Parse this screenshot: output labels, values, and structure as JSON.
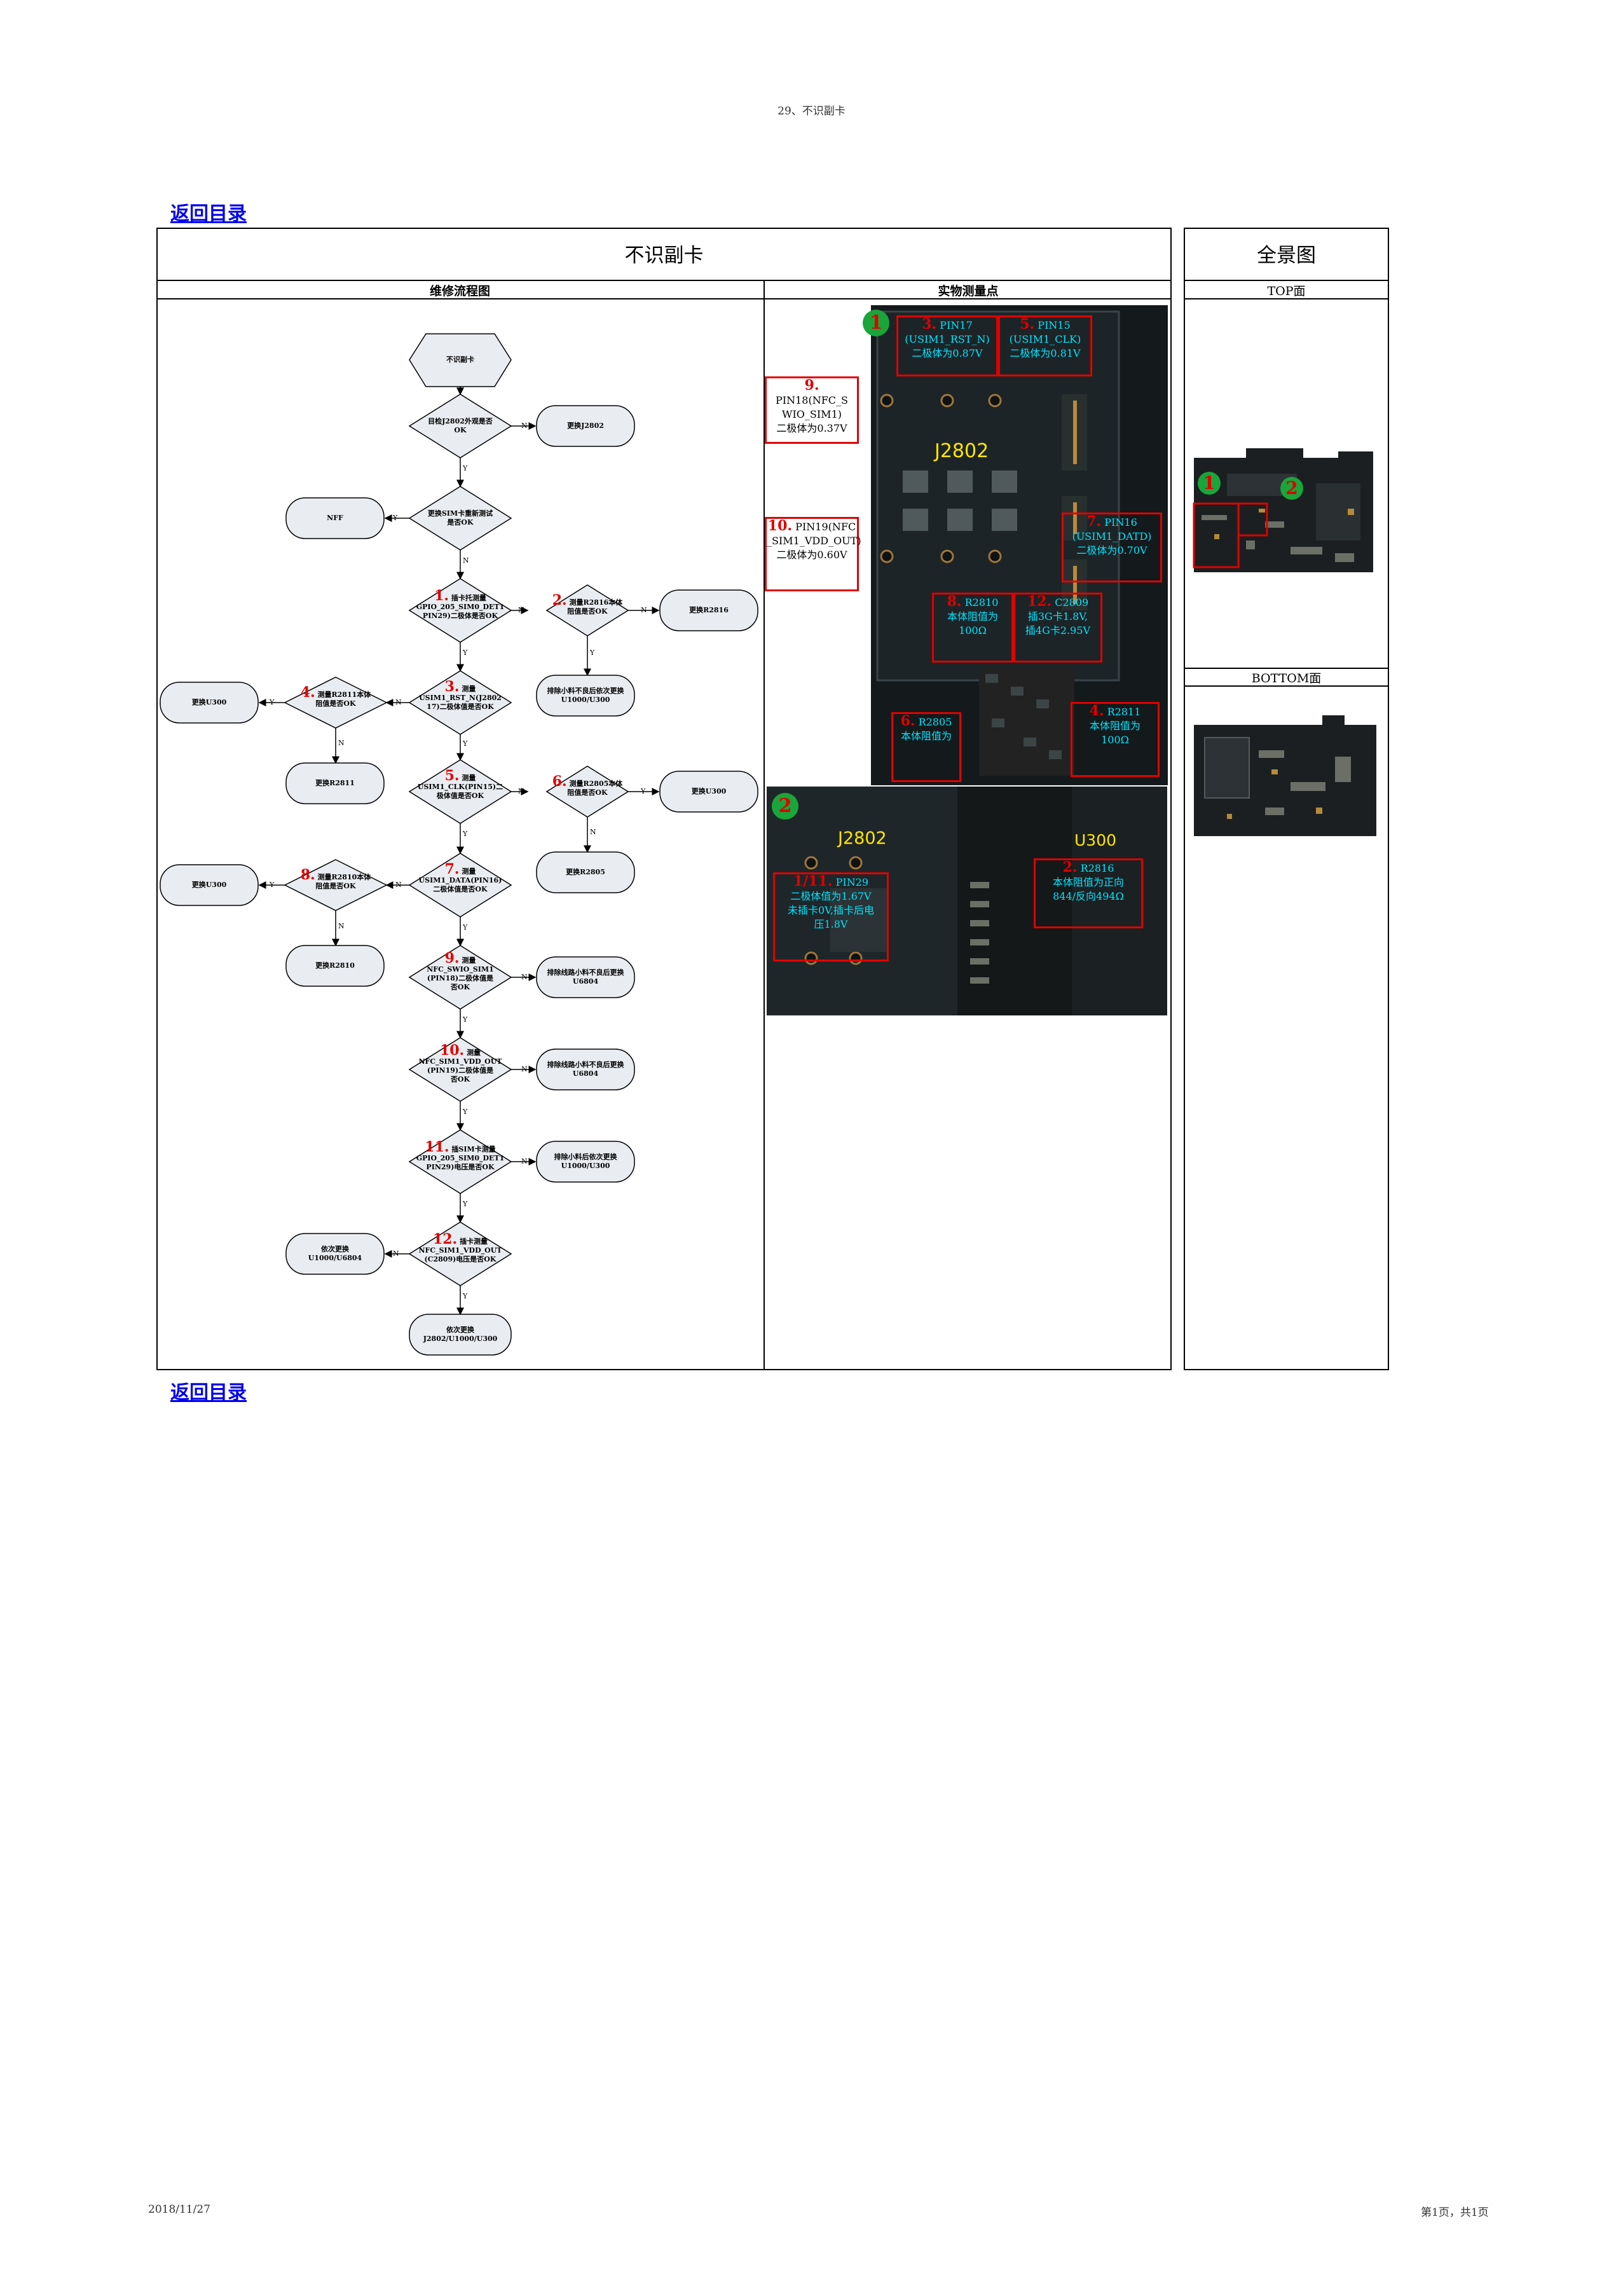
{
  "page_header": "29、不识副卡",
  "back_link": "返回目录",
  "main": {
    "title": "不识副卡",
    "flow_header": "维修流程图",
    "photo_header": "实物测量点"
  },
  "overview": {
    "title": "全景图",
    "top_label": "TOP面",
    "bottom_label": "BOTTOM面"
  },
  "flow": {
    "start": "不识副卡",
    "d1": [
      "目检J2802外观是否",
      "OK"
    ],
    "r1": "更换J2802",
    "d2": [
      "更换SIM卡重新测试",
      "是否OK"
    ],
    "r2": "NFF",
    "d3num": "1.",
    "d3": [
      "插卡托测量",
      "GPIO_205_SIM0_DET1",
      "PIN29)二极体是否OK"
    ],
    "d4num": "2.",
    "d4": [
      "测量R2816本体",
      "阻值是否OK"
    ],
    "r4": "更换R2816",
    "r4b": [
      "排除小料不良后依次更换",
      "U1000/U300"
    ],
    "d5num": "3.",
    "d5": [
      "测量",
      "USIM1_RST_N(J2802",
      "17)二极体值是否OK"
    ],
    "d6num": "4.",
    "d6": [
      "测量R2811本体",
      "阻值是否OK"
    ],
    "r6": "更换U300",
    "r6b": "更换R2811",
    "d7num": "5.",
    "d7": [
      "测量",
      "USIM1_CLK(PIN15)二",
      "极体值是否OK"
    ],
    "d8num": "6.",
    "d8": [
      "测量R2805本体",
      "阻值是否OK"
    ],
    "r8": "更换U300",
    "r8b": "更换R2805",
    "d9num": "7.",
    "d9": [
      "测量",
      "USIM1_DATA(PIN16)",
      "二极体值是否OK"
    ],
    "d10num": "8.",
    "d10": [
      "测量R2810本体",
      "阻值是否OK"
    ],
    "r10": "更换U300",
    "r10b": "更换R2810",
    "d11num": "9.",
    "d11": [
      "测量",
      "NFC_SWIO_SIM1",
      "(PIN18)二极体值是",
      "否OK"
    ],
    "r11": [
      "排除线路小料不良后更换",
      "U6804"
    ],
    "d12num": "10.",
    "d12": [
      "测量",
      "NFC_SIM1_VDD_OUT",
      "(PIN19)二极体值是",
      "否OK"
    ],
    "r12": [
      "排除线路小料不良后更换",
      "U6804"
    ],
    "d13num": "11.",
    "d13": [
      "插SIM卡测量",
      "GPIO_205_SIM0_DET1",
      "PIN29)电压是否OK"
    ],
    "r13": [
      "排除小料后依次更换",
      "U1000/U300"
    ],
    "d14num": "12.",
    "d14": [
      "插卡测量",
      "NFC_SIM1_VDD_OUT",
      "(C2809)电压是否OK"
    ],
    "r14": [
      "依次更换",
      "U1000/U6804"
    ],
    "end": [
      "依次更换",
      "J2802/U1000/U300"
    ],
    "yes": "Y",
    "no": "N"
  },
  "photo1": {
    "badge": "1",
    "chip": "J2802",
    "box3": [
      "3.",
      "PIN17",
      "(USIM1_RST_N)",
      "二极体为0.87V"
    ],
    "box5": [
      "5.",
      "PIN15",
      "(USIM1_CLK)",
      "二极体为0.81V"
    ],
    "box9": [
      "9.",
      "PIN18(NFC_S",
      "WIO_SIM1)",
      "二极体为0.37V"
    ],
    "box10": [
      "10.",
      "PIN19(NFC",
      "_SIM1_VDD_OUT)",
      "二极体为0.60V"
    ],
    "box7": [
      "7.",
      "PIN16",
      "(USIM1_DATD)",
      "二极体为0.70V"
    ],
    "box8": [
      "8.",
      "R2810",
      "本体阻值为",
      "100Ω"
    ],
    "box12": [
      "12.",
      "C2809",
      "插3G卡1.8V,",
      "插4G卡2.95V"
    ],
    "box6": [
      "6.",
      "R2805",
      "本体阻值为"
    ],
    "box4": [
      "4.",
      "R2811",
      "本体阻值为",
      "100Ω"
    ]
  },
  "photo2": {
    "badge": "2",
    "chip": "J2802",
    "chip2": "U300",
    "box1": [
      "1/11.",
      "PIN29",
      "二极体值为1.67V",
      "未插卡0V,插卡后电",
      "压1.8V"
    ],
    "box2": [
      "2.",
      "R2816",
      "本体阻值为正向",
      "844/反向494Ω"
    ]
  },
  "ov_badges": [
    "1",
    "2"
  ],
  "footer_date": "2018/11/27",
  "footer_page": "第1页，共1页",
  "colors": {
    "annotation_red": "#e00000",
    "annotation_cyan": "#00e5ff",
    "badge_green": "#1aa53a",
    "chip_yellow": "#ffe600",
    "link_blue": "#0000ee"
  }
}
